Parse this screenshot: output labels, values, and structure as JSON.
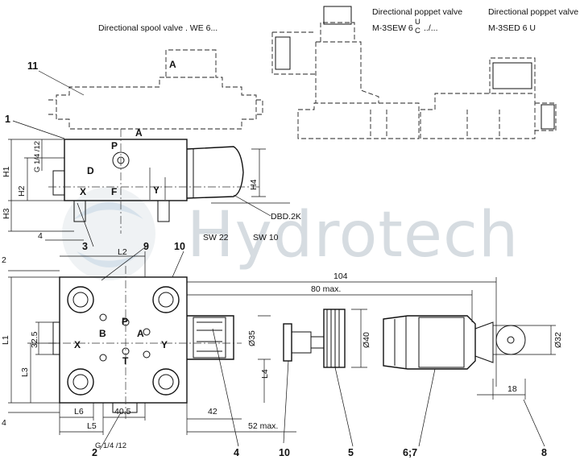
{
  "captions": {
    "spool_valve": "Directional spool valve . WE 6...",
    "poppet_sew_title": "Directional poppet valve",
    "poppet_sew_model": "M-3SEW 6",
    "poppet_sew_u": "U",
    "poppet_sew_c": "C",
    "poppet_sew_suffix": "../...",
    "poppet_sed_title": "Directional poppet valve",
    "poppet_sed_model": "M-3SED 6 U"
  },
  "watermark": "Hydrotech",
  "item_numbers": {
    "n1": "1",
    "n2": "2",
    "n3": "3",
    "n4": "4",
    "n5": "5",
    "n67": "6;7",
    "n8": "8",
    "n9": "9",
    "n10a": "10",
    "n10b": "10",
    "n11": "11"
  },
  "ports": {
    "A_top": "A",
    "A_side": "A",
    "A_plate": "A",
    "P_side": "P",
    "P_plate": "P",
    "B_plate": "B",
    "T_plate": "T",
    "X_side": "X",
    "Y_side": "Y",
    "F_side": "F",
    "X_plate": "X",
    "Y_plate": "Y",
    "D_side": "D"
  },
  "labels": {
    "dbd": "DBD.2K",
    "sw22": "SW 22",
    "sw10": "SW 10",
    "thread_side": "G 1/4 /12",
    "thread_bottom": "G 1/4 /12"
  },
  "dimensions": {
    "h1": "H1",
    "h2": "H2",
    "h3": "H3",
    "h4": "H4",
    "l1": "L1",
    "l2": "L2",
    "l3": "L3",
    "l4": "L4",
    "l5": "L5",
    "l6": "L6",
    "d104": "104",
    "d80": "80 max.",
    "d52": "52 max.",
    "d42": "42",
    "d40_5": "40.5",
    "d32_5": "32.5",
    "d18": "18",
    "d4_left": "4",
    "d4_bottom": "4",
    "d2": "2",
    "dia35": "Ø35",
    "dia40": "Ø40",
    "dia32": "Ø32"
  }
}
